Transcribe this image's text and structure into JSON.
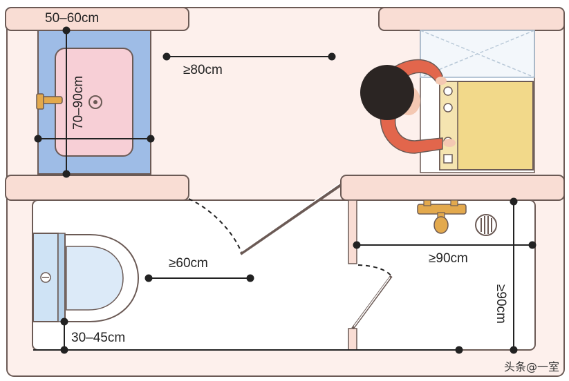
{
  "measurements": {
    "sink_width": "50–60cm",
    "sink_depth": "70–90cm",
    "sink_passage": "≥80cm",
    "toilet_passage": "≥60cm",
    "toilet_center": "30–45cm",
    "shower_width": "≥90cm",
    "shower_depth": "≥90cm"
  },
  "watermark": "头条@一室",
  "colors": {
    "floor": "#fdf0ec",
    "wall": "#f9ddd4",
    "outline": "#6b5a55",
    "sink_cabinet": "#9ebce6",
    "basin": "#f7cfd6",
    "counter": "#f2d98a",
    "toilet_tank": "#cfe3f5",
    "toilet_bowl": "#dceaf8",
    "person_body": "#e2664c",
    "person_hair": "#2b2523",
    "dimension_line": "#222222",
    "faucet": "#e3a94d"
  },
  "icons": [
    "sink-icon",
    "person-icon",
    "toilet-icon",
    "shower-faucet-icon",
    "floor-drain-icon",
    "door-icon"
  ]
}
